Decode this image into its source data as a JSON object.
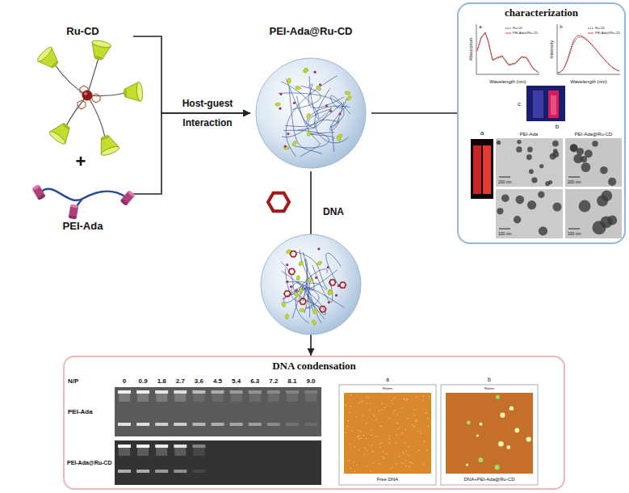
{
  "diagram": {
    "nodes": [
      {
        "text": [
          "Ru-CD"
        ]
      },
      {
        "text": [
          "PEI-Ada"
        ]
      },
      {
        "text": [
          "PEI-Ada@Ru-CD"
        ]
      },
      {
        "text": [
          "characterization"
        ]
      },
      {
        "text": [
          "DNA condensation"
        ]
      }
    ],
    "edges": [
      {
        "from": 0,
        "to": 2,
        "arrow": "to",
        "label": "Host-guest Interaction"
      },
      {
        "from": 1,
        "to": 2,
        "arrow": "to"
      },
      {
        "from": 2,
        "to": 3,
        "arrow": "none"
      },
      {
        "from": 2,
        "to": 4,
        "arrow": "to",
        "label": "DNA"
      }
    ],
    "labels": [
      "+",
      "a",
      "Absorption",
      "Wavelength (nm)",
      "b",
      "Intensity",
      "Wavelength (nm)",
      "c",
      "a",
      "b",
      "PEI-Ada",
      "PEI-Ada@Ru-CD",
      "200 nm",
      "200 nm",
      "100 nm",
      "100 nm",
      "N/P",
      "0",
      "0.9",
      "1.8",
      "2.7",
      "3.6",
      "4.5",
      "5.4",
      "6.3",
      "7.2",
      "8.1",
      "9.0",
      "PEI-Ada",
      "PEI-Ada@Ru-CD",
      "a",
      "b",
      "Flatten",
      "Flatten",
      "Free DNA",
      "DNA+PEI-Ada@Ru-CD"
    ],
    "legend": [
      {
        "text": "Ru-CD"
      },
      {
        "text": "PEI-Ada@Ru-CD"
      },
      {
        "text": "Ru-CD"
      },
      {
        "text": "PEI-Ada@Ru-CD"
      }
    ]
  }
}
